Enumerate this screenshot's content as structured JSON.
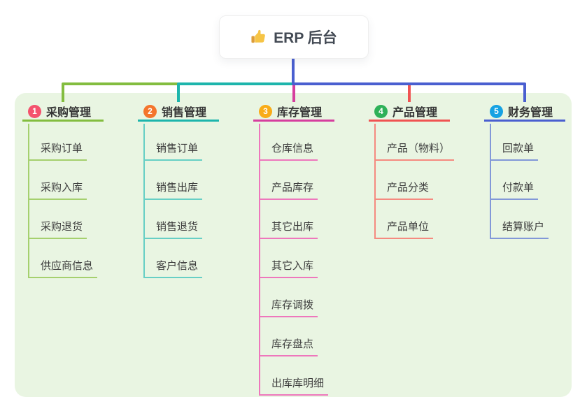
{
  "app": {
    "root_title": "ERP 后台",
    "root_icon": "thumbs-up-icon"
  },
  "colors": {
    "canvas_bg": "#ffffff",
    "panel_bg": "#e9f5e2",
    "root_text": "#434a54",
    "node_text": "#3d3d3d",
    "root_drop": "#4a5fd0"
  },
  "branches": [
    {
      "index": "1",
      "title": "采购管理",
      "badge_color": "#f4526d",
      "line_color": "#83bd3f",
      "child_line_color": "#a5d06e",
      "children": [
        "采购订单",
        "采购入库",
        "采购退货",
        "供应商信息"
      ]
    },
    {
      "index": "2",
      "title": "销售管理",
      "badge_color": "#f4752c",
      "line_color": "#1db5ac",
      "child_line_color": "#67cfc5",
      "children": [
        "销售订单",
        "销售出库",
        "销售退货",
        "客户信息"
      ]
    },
    {
      "index": "3",
      "title": "库存管理",
      "badge_color": "#f9ac17",
      "line_color": "#d63e9e",
      "child_line_color": "#ee77bc",
      "children": [
        "仓库信息",
        "产品库存",
        "其它出库",
        "其它入库",
        "库存调拨",
        "库存盘点",
        "出库库明细"
      ]
    },
    {
      "index": "4",
      "title": "产品管理",
      "badge_color": "#2eb158",
      "line_color": "#f05352",
      "child_line_color": "#f58a80",
      "children": [
        "产品（物料）",
        "产品分类",
        "产品单位"
      ]
    },
    {
      "index": "5",
      "title": "财务管理",
      "badge_color": "#16a2e3",
      "line_color": "#4a5fd0",
      "child_line_color": "#8298d8",
      "children": [
        "回款单",
        "付款单",
        "结算账户"
      ]
    }
  ]
}
